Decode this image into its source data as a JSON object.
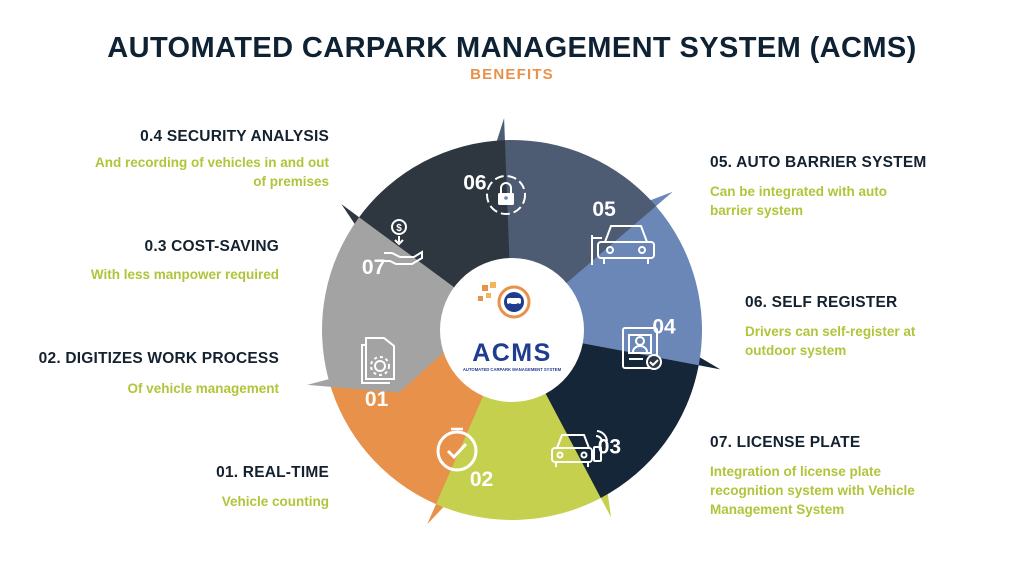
{
  "header": {
    "title": "AUTOMATED CARPARK MANAGEMENT SYSTEM (ACMS)",
    "subtitle": "BENEFITS"
  },
  "benefits": [
    {
      "number": "01",
      "heading": "01. REAL-TIME",
      "description": "Vehicle counting",
      "color": "#e8914a",
      "icon": "check-clock-icon"
    },
    {
      "number": "02",
      "heading": "02. DIGITIZES WORK PROCESS",
      "description": "Of vehicle management",
      "color": "#c6d04f",
      "icon": "document-gear-icon"
    },
    {
      "number": "03",
      "heading": "0.3 COST-SAVING",
      "description": "With less manpower required",
      "color": "#142638",
      "icon": "money-hand-icon"
    },
    {
      "number": "04",
      "heading": "0.4 SECURITY ANALYSIS",
      "description": "And recording of vehicles in and out of premises",
      "color": "#6b87b8",
      "icon": "lock-icon"
    },
    {
      "number": "05",
      "heading": "05. AUTO BARRIER SYSTEM",
      "description": "Can be integrated with auto barrier system",
      "color": "#4d5b73",
      "icon": "car-barrier-icon"
    },
    {
      "number": "06",
      "heading": "06. SELF REGISTER",
      "description": "Drivers can self-register at outdoor system",
      "color": "#2e3640",
      "icon": "id-card-icon"
    },
    {
      "number": "07",
      "heading": "07. LICENSE PLATE",
      "description": "Integration of license plate recognition system with Vehicle Management System",
      "color": "#a3a3a3",
      "icon": "car-scan-icon"
    }
  ],
  "logo": {
    "name": "ACMS",
    "tagline": "AUTOMATED CARPARK MANAGEMENT SYSTEM"
  }
}
